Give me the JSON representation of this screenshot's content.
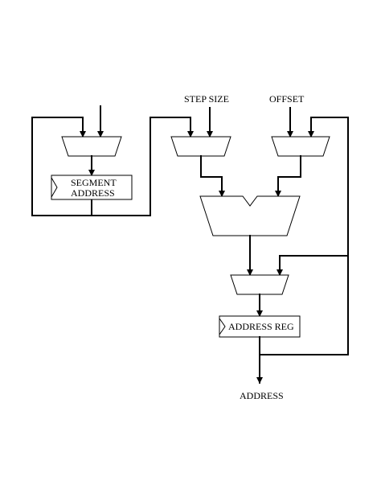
{
  "labels": {
    "step_size": "STEP SIZE",
    "offset": "OFFSET",
    "segment_address_line1": "SEGMENT",
    "segment_address_line2": "ADDRESS",
    "address_reg": "ADDRESS REG",
    "address_out": "ADDRESS"
  },
  "colors": {
    "line": "#000000",
    "background": "#ffffff"
  }
}
